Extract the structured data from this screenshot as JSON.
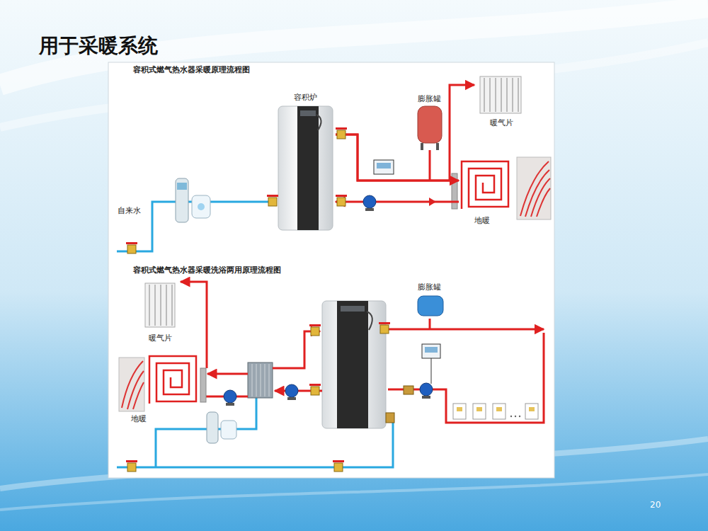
{
  "diagram": {
    "title": "用于采暖系统",
    "nodes": [
      {
        "text": [
          "容积炉"
        ]
      },
      {
        "text": [
          "膨胀罐"
        ]
      },
      {
        "text": [
          "暖气片"
        ]
      },
      {
        "text": [
          "地暖"
        ]
      },
      {
        "text": [
          "膨胀罐"
        ]
      },
      {
        "text": [
          "暖气片"
        ]
      },
      {
        "text": [
          "地暖"
        ]
      }
    ],
    "edges": [
      {
        "from": 0,
        "to": 2,
        "arrow": "to"
      },
      {
        "from": 0,
        "to": 3,
        "arrow": "to"
      },
      {
        "from": 3,
        "to": 0,
        "arrow": "to"
      }
    ],
    "labels": [
      "容积式燃气热水器采暖原理流程图",
      "自来水",
      "容积式燃气热水器采暖洗浴两用原理流程图",
      "20"
    ]
  }
}
